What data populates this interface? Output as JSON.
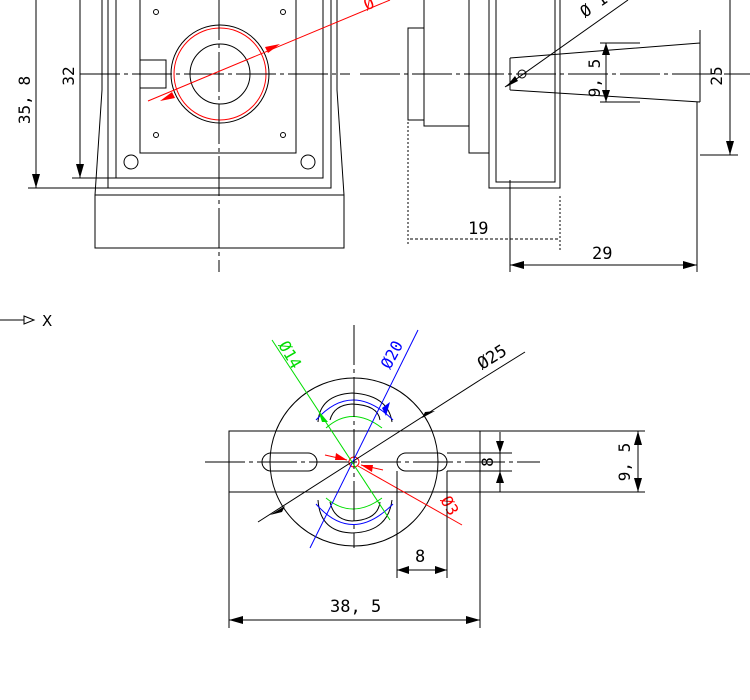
{
  "dimensions": {
    "d_35_8": "35, 8",
    "d_32": "32",
    "d_19": "19",
    "d_29": "29",
    "d_9_5_side": "9, 5",
    "d_25_side": "25",
    "d_phi_side": "Ø 1",
    "d_phi14": "Ø14",
    "d_phi20": "Ø20",
    "d_phi25": "Ø25",
    "d_phi3": "Ø3",
    "d_8_small": "8",
    "d_8": "8",
    "d_9_5": "9, 5",
    "d_38_5": "38, 5"
  },
  "axis_label": "X",
  "colors": {
    "red": "#ff0000",
    "green": "#00dd00",
    "blue": "#0000ff",
    "black": "#000000"
  }
}
